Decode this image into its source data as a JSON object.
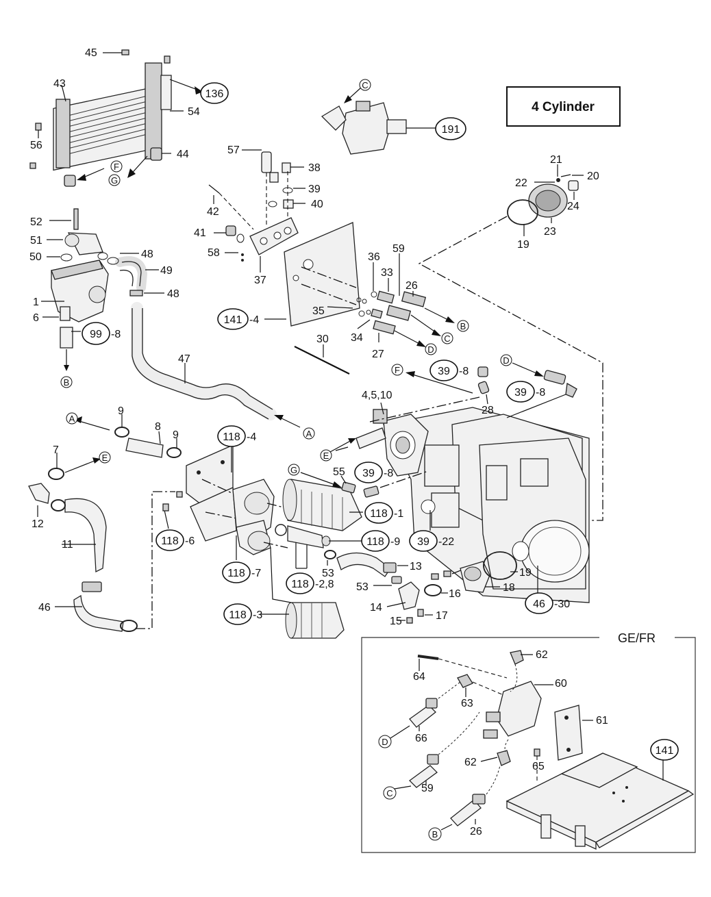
{
  "title_box": "4 Cylinder",
  "region_label": "GE/FR",
  "labels": {
    "l45": "45",
    "l43": "43",
    "l56": "56",
    "l54": "54",
    "l44": "44",
    "l57": "57",
    "l38": "38",
    "l39": "39",
    "l40": "40",
    "l42": "42",
    "l41": "41",
    "l58": "58",
    "l37": "37",
    "l52": "52",
    "l51": "51",
    "l50": "50",
    "l48a": "48",
    "l49": "49",
    "l48b": "48",
    "l1": "1",
    "l6": "6",
    "l36": "36",
    "l33": "33",
    "l59": "59",
    "l26": "26",
    "l35": "35",
    "l34": "34",
    "l27": "27",
    "l30": "30",
    "l47": "47",
    "l21": "21",
    "l22": "22",
    "l20": "20",
    "l24": "24",
    "l23": "23",
    "l19a": "19",
    "l28": "28",
    "l4510": "4,5,10",
    "l9a": "9",
    "l8": "8",
    "l9b": "9",
    "l7": "7",
    "l12": "12",
    "l11": "11",
    "l46": "46",
    "l55": "55",
    "l53a": "53",
    "l13": "13",
    "l53b": "53",
    "l16": "16",
    "l18": "18",
    "l19b": "19",
    "l14": "14",
    "l17": "17",
    "l15": "15",
    "l64": "64",
    "l62a": "62",
    "l60": "60",
    "l63": "63",
    "l61": "61",
    "l66": "66",
    "l62b": "62",
    "l65": "65",
    "l59b": "59",
    "l26b": "26"
  },
  "circled_refs": {
    "r136": "136",
    "r191": "191",
    "r99": "99",
    "r141a": "141",
    "r39a": "39",
    "r39b": "39",
    "r39c": "39",
    "r39d": "39",
    "r118a": "118",
    "r118b": "118",
    "r118c": "118",
    "r118d": "118",
    "r118e": "118",
    "r118f": "118",
    "r118g": "118",
    "r46": "46",
    "r141b": "141"
  },
  "ref_suffixes": {
    "r99": "-8",
    "r141a": "-4",
    "r39a": "-8",
    "r39b": "-8",
    "r39c": "-8",
    "r39d": "-22",
    "r118a": "-4",
    "r118b": "-1",
    "r118c": "-6",
    "r118d": "-9",
    "r118e": "-7",
    "r118f": "-2,8",
    "r118g": "-3",
    "r46": "-30"
  },
  "connector_letters": {
    "cC1": "C",
    "cF1": "F",
    "cG1": "G",
    "cB1": "B",
    "cB2": "B",
    "cC2": "C",
    "cD1": "D",
    "cD2": "D",
    "cF2": "F",
    "cA1": "A",
    "cA2": "A",
    "cE1": "E",
    "cE2": "E",
    "cG2": "G",
    "cD3": "D",
    "cC3": "C",
    "cB3": "B"
  }
}
